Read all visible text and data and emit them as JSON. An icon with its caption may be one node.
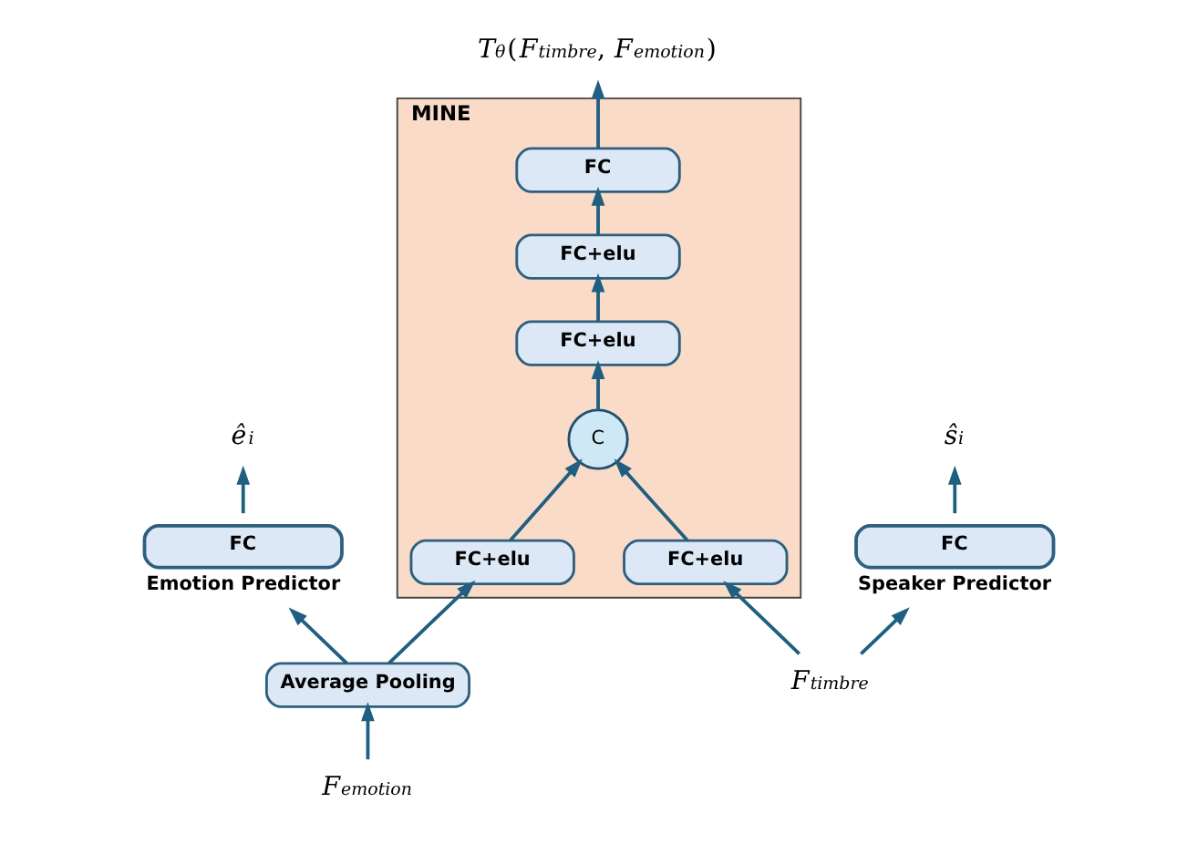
{
  "diagram": {
    "nodes": [
      {
        "text": [
          "MINE"
        ]
      },
      {
        "text": [
          "FC"
        ],
        "in": 0
      },
      {
        "text": [
          "FC+elu"
        ],
        "in": 0
      },
      {
        "text": [
          "FC+elu"
        ],
        "in": 0
      },
      {
        "text": [
          "C"
        ],
        "in": 0
      },
      {
        "text": [
          "FC+elu"
        ],
        "in": 0
      },
      {
        "text": [
          "FC+elu"
        ],
        "in": 0
      },
      {
        "text": [
          "*T*$_{θ}$(*F*$_{timbre}$, *F*$_{emotion}$)"
        ]
      },
      {
        "text": [
          "*ŝ*$_{i}$"
        ]
      },
      {
        "text": [
          "FC"
        ],
        "beside": [
          "Speaker Predictor"
        ]
      },
      {
        "text": [
          "*ê*$_{i}$"
        ]
      },
      {
        "text": [
          "FC"
        ],
        "beside": [
          "Emotion Predictor"
        ]
      },
      {
        "text": [
          "Average Pooling"
        ]
      },
      {
        "text": [
          "*F*$_{timbre}$"
        ]
      },
      {
        "text": [
          "*F*$_{emotion}$"
        ]
      }
    ],
    "edges": [
      {
        "from": 1,
        "to": 7,
        "arrow": "to"
      },
      {
        "from": 2,
        "to": 1,
        "arrow": "to"
      },
      {
        "from": 3,
        "to": 2,
        "arrow": "to"
      },
      {
        "from": 4,
        "to": 3,
        "arrow": "to"
      },
      {
        "from": 5,
        "to": 4,
        "arrow": "to"
      },
      {
        "from": 6,
        "to": 4,
        "arrow": "to"
      },
      {
        "from": 9,
        "to": 8,
        "arrow": "to"
      },
      {
        "from": 11,
        "to": 10,
        "arrow": "to"
      },
      {
        "from": 13,
        "to": 5,
        "arrow": "to"
      },
      {
        "from": 13,
        "to": 9,
        "arrow": "to"
      },
      {
        "from": 14,
        "to": 12,
        "arrow": "to"
      },
      {
        "from": 12,
        "to": 6,
        "arrow": "to"
      },
      {
        "from": 12,
        "to": 11,
        "arrow": "to"
      }
    ]
  }
}
